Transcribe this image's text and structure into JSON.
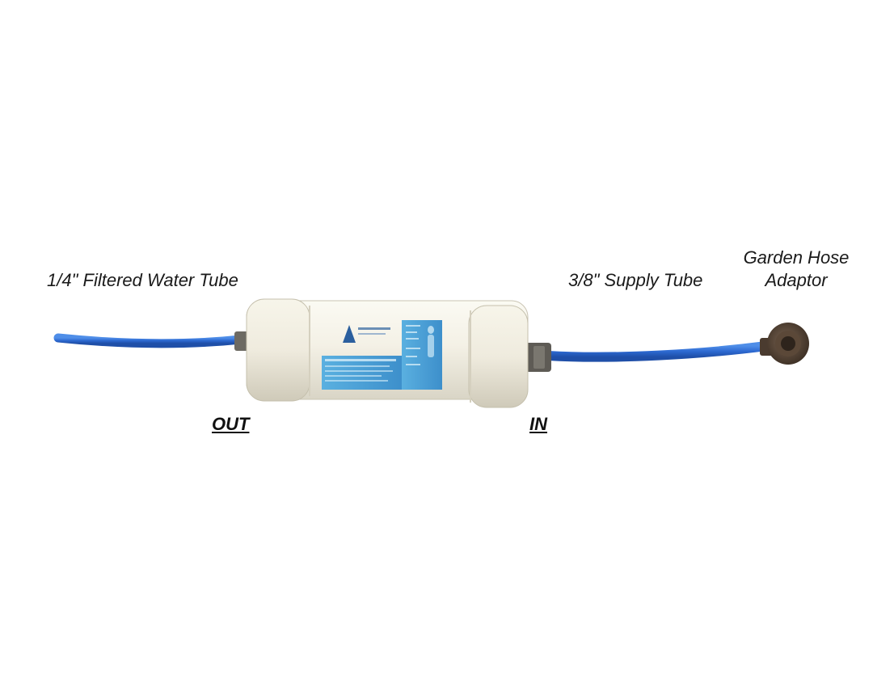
{
  "labels": {
    "filtered_tube": "1/4\" Filtered Water Tube",
    "supply_tube": "3/8\" Supply Tube",
    "garden_hose_line1": "Garden Hose",
    "garden_hose_line2": "Adaptor",
    "out": "OUT",
    "in": "IN"
  },
  "colors": {
    "tube": "#2f6fd6",
    "housing": "#f3f0e4",
    "sticker": "#4aa3d8",
    "fitting": "#5a4a3a"
  }
}
